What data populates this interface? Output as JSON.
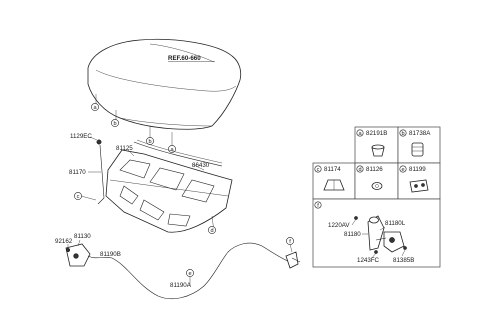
{
  "ref_label": "REF.60-660",
  "main_parts": {
    "p1129ec": "1129EC",
    "p81125": "81125",
    "p86430": "86430",
    "p81170": "81170",
    "p92162": "92162",
    "p81130": "81130",
    "p81190b": "81190B",
    "p81190a": "81190A"
  },
  "callouts": {
    "a1": "a",
    "b1": "b",
    "b2": "b",
    "a2": "a",
    "c": "c",
    "d": "d",
    "e": "e",
    "f": "f"
  },
  "table": {
    "cells": [
      {
        "letter": "a",
        "part": "82191B"
      },
      {
        "letter": "b",
        "part": "81738A"
      },
      {
        "letter": "c",
        "part": "81174"
      },
      {
        "letter": "d",
        "part": "81126"
      },
      {
        "letter": "e",
        "part": "81199"
      }
    ],
    "detail": {
      "letter": "f",
      "parts": [
        "1220AV",
        "81180L",
        "81180",
        "1243FC",
        "81385B"
      ]
    }
  }
}
